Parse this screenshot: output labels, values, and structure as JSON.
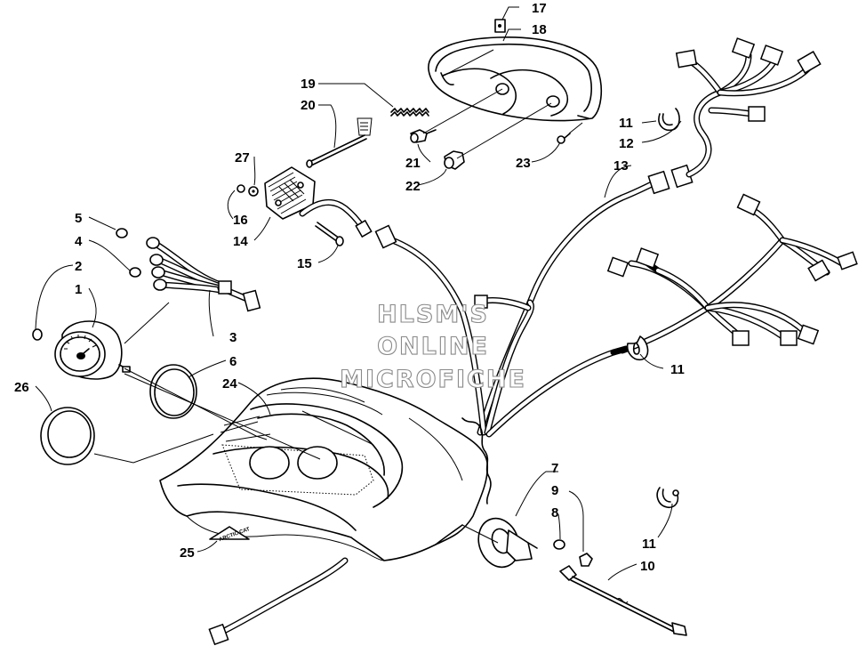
{
  "watermark": {
    "line1": "HLSM'S",
    "line2": "ONLINE",
    "line3": "MICROFICHE"
  },
  "decal_text": "ARCTIC CAT",
  "part_numbers": {
    "p1": "1",
    "p2": "2",
    "p3": "3",
    "p4": "4",
    "p5": "5",
    "p6": "6",
    "p7": "7",
    "p8": "8",
    "p9": "9",
    "p10": "10",
    "p11a": "11",
    "p11b": "11",
    "p11c": "11",
    "p12": "12",
    "p13": "13",
    "p14": "14",
    "p15": "15",
    "p16": "16",
    "p17": "17",
    "p18": "18",
    "p19": "19",
    "p20": "20",
    "p21": "21",
    "p22": "22",
    "p23": "23",
    "p24": "24",
    "p25": "25",
    "p26": "26",
    "p27": "27"
  },
  "colors": {
    "line": "#000000",
    "background": "#ffffff",
    "watermark": "#8a8a8a"
  }
}
